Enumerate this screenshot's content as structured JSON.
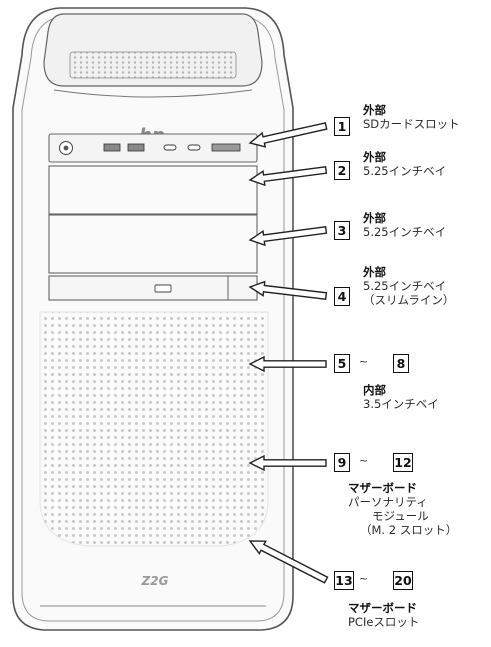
{
  "case": {
    "brand_logo": "hp",
    "model_badge": "Z2G"
  },
  "callouts": [
    {
      "id": "c1",
      "numbers": [
        "1"
      ],
      "title": "外部",
      "lines": [
        "SDカードスロット"
      ]
    },
    {
      "id": "c2",
      "numbers": [
        "2"
      ],
      "title": "外部",
      "lines": [
        "5.25インチベイ"
      ]
    },
    {
      "id": "c3",
      "numbers": [
        "3"
      ],
      "title": "外部",
      "lines": [
        "5.25インチベイ"
      ]
    },
    {
      "id": "c4",
      "numbers": [
        "4"
      ],
      "title": "外部",
      "lines": [
        "5.25インチベイ",
        "（スリムライン）"
      ]
    },
    {
      "id": "c5",
      "numbers": [
        "5",
        "8"
      ],
      "title": "内部",
      "lines": [
        "3.5インチベイ"
      ]
    },
    {
      "id": "c6",
      "numbers": [
        "9",
        "12"
      ],
      "title": "マザーボード",
      "lines": [
        "パーソナリティ",
        "モジュール",
        "（M. 2 スロット）"
      ]
    },
    {
      "id": "c7",
      "numbers": [
        "13",
        "20"
      ],
      "title": "マザーボード",
      "lines": [
        "PCIeスロット"
      ]
    }
  ],
  "range_separator": "~"
}
